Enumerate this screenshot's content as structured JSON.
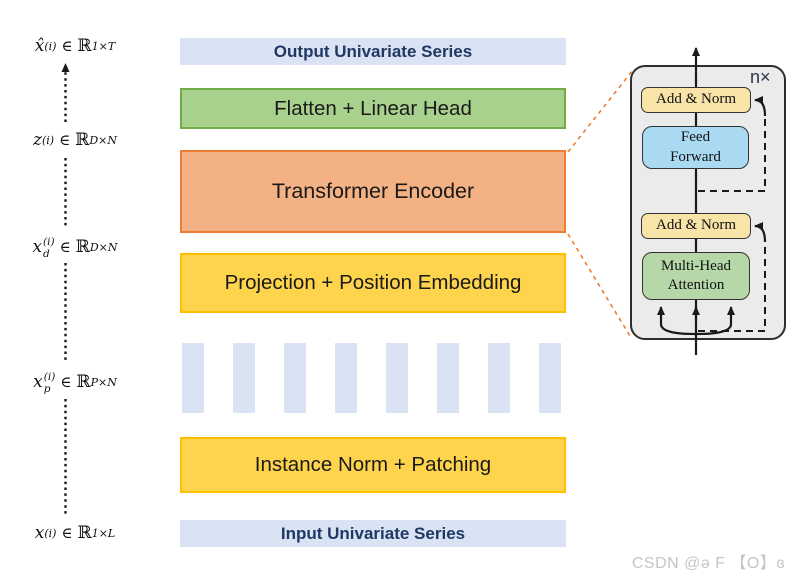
{
  "left_labels": [
    {
      "base": "x̂",
      "sup": "(i)",
      "sub": "",
      "mid": "∈",
      "set": "ℝ",
      "exp": "1×T"
    },
    {
      "base": "z",
      "sup": "(i)",
      "sub": "",
      "mid": "∈",
      "set": "ℝ",
      "exp": "D×N"
    },
    {
      "base": "x",
      "sup": "(i)",
      "sub": "d",
      "mid": "∈",
      "set": "ℝ",
      "exp": "D×N"
    },
    {
      "base": "x",
      "sup": "(i)",
      "sub": "p",
      "mid": "∈",
      "set": "ℝ",
      "exp": "P×N"
    },
    {
      "base": "x",
      "sup": "(i)",
      "sub": "",
      "mid": "∈",
      "set": "ℝ",
      "exp": "1×L"
    }
  ],
  "pipeline": {
    "output_series": "Output Univariate Series",
    "flatten_head": "Flatten + Linear Head",
    "transformer_encoder": "Transformer Encoder",
    "projection": "Projection + Position Embedding",
    "instance_norm": "Instance Norm + Patching",
    "input_series": "Input Univariate Series",
    "patch_count": 8
  },
  "encoder_detail": {
    "repeat_label": "n×",
    "add_norm_top": "Add & Norm",
    "add_norm_bottom": "Add & Norm",
    "feed_forward_line1": "Feed",
    "feed_forward_line2": "Forward",
    "multi_head_line1": "Multi-Head",
    "multi_head_line2": "Attention"
  },
  "watermark": "CSDN @ə F 【O】ɞ",
  "colors": {
    "series_bar_fill": "#dae3f3",
    "series_text": "#1f3864",
    "green_fill": "#a9d18e",
    "green_border": "#70ad47",
    "orange_fill": "#f4b183",
    "orange_border": "#ed7d31",
    "yellow_fill": "#ffd44d",
    "yellow_border": "#ffc000",
    "patch_fill": "#dae3f3",
    "panel_fill": "#ebebeb",
    "panel_border": "#2e2e2e",
    "addnorm_fill": "#f8e3a8",
    "ff_fill": "#a9daf2",
    "mha_fill": "#b6d8a9",
    "box_border_dark": "#333333",
    "connector_orange": "#ed7d31",
    "line_black": "#1a1a1a",
    "repeat_text": "#26354f",
    "watermark_text": "#c5c5c5",
    "box_text": "#1a1a1a",
    "math_text": "#111111"
  }
}
